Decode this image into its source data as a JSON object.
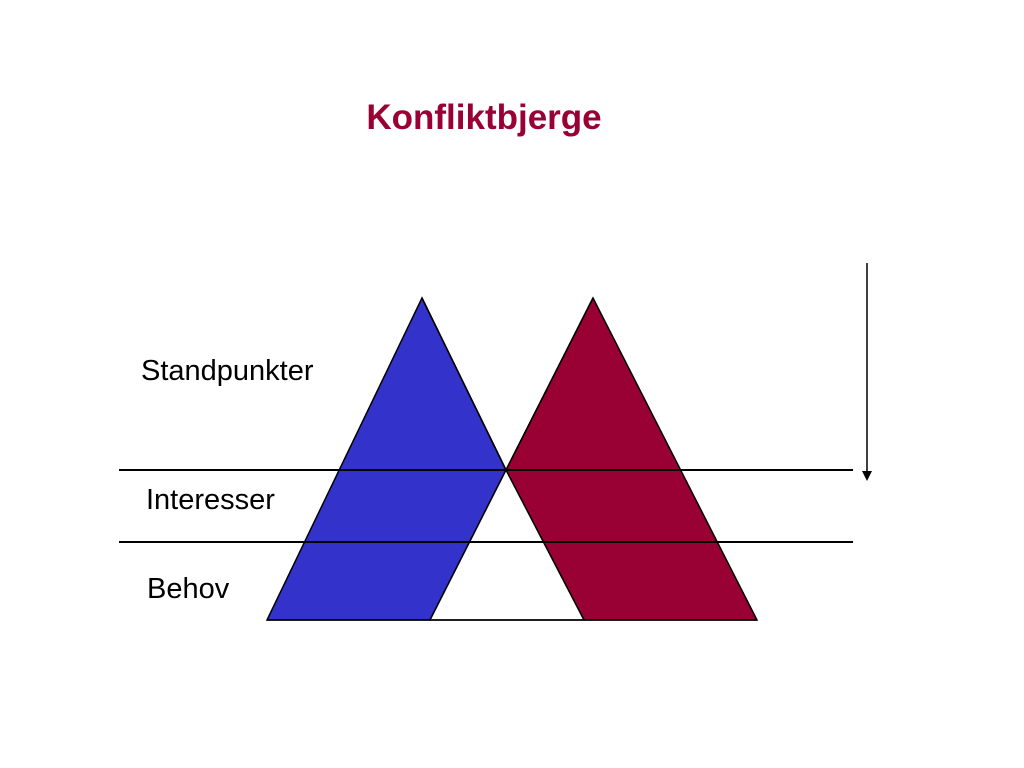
{
  "slide": {
    "title": "Konfliktbjerge"
  },
  "levels": {
    "top": "Standpunkter",
    "middle": "Interesser",
    "bottom": "Behov"
  },
  "colors": {
    "title": "#990033",
    "left_mountain": "#3333CC",
    "right_mountain": "#990033",
    "overlap": "#FFFFFF",
    "lines": "#000000"
  }
}
